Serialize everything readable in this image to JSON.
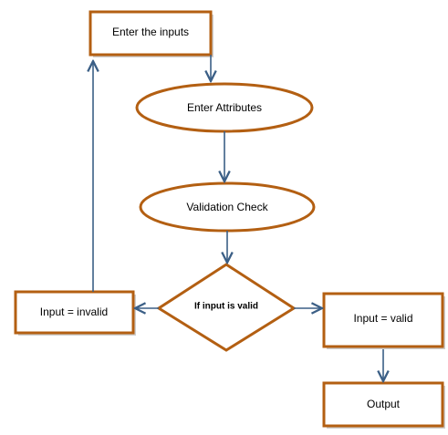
{
  "nodes": {
    "enter_inputs": "Enter the inputs",
    "enter_attributes": "Enter Attributes",
    "validation_check": "Validation Check",
    "decision": "If input is valid",
    "invalid": "Input = invalid",
    "valid": "Input = valid",
    "output": "Output"
  },
  "colors": {
    "node_border": "#b35f12",
    "arrow": "#3b5f86",
    "shadow": "#cfcfcf",
    "background": "#ffffff"
  }
}
